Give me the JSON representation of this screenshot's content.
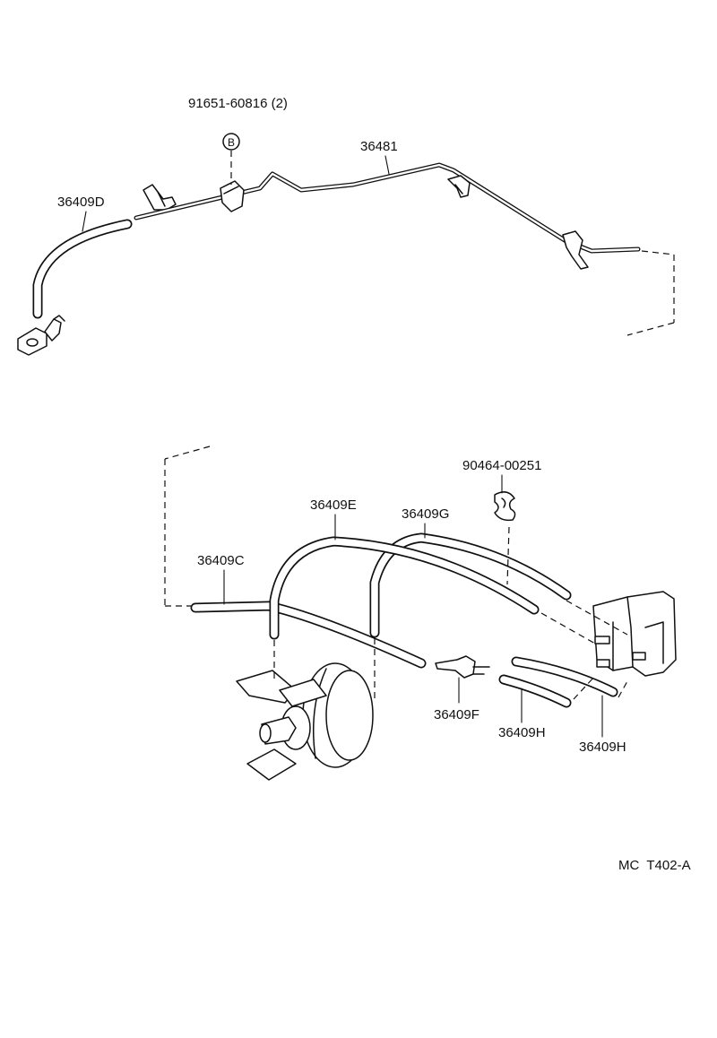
{
  "callouts": {
    "bolt_91651": "91651-60816 (2)",
    "bolt_marker": "B",
    "pipe_36481": "36481",
    "hose_36409D": "36409D",
    "clip_90464": "90464-00251",
    "hose_36409E": "36409E",
    "hose_36409G": "36409G",
    "hose_36409C": "36409C",
    "hose_36409F": "36409F",
    "hose_36409H_a": "36409H",
    "hose_36409H_b": "36409H"
  },
  "figure_code": "MC  T402-A"
}
